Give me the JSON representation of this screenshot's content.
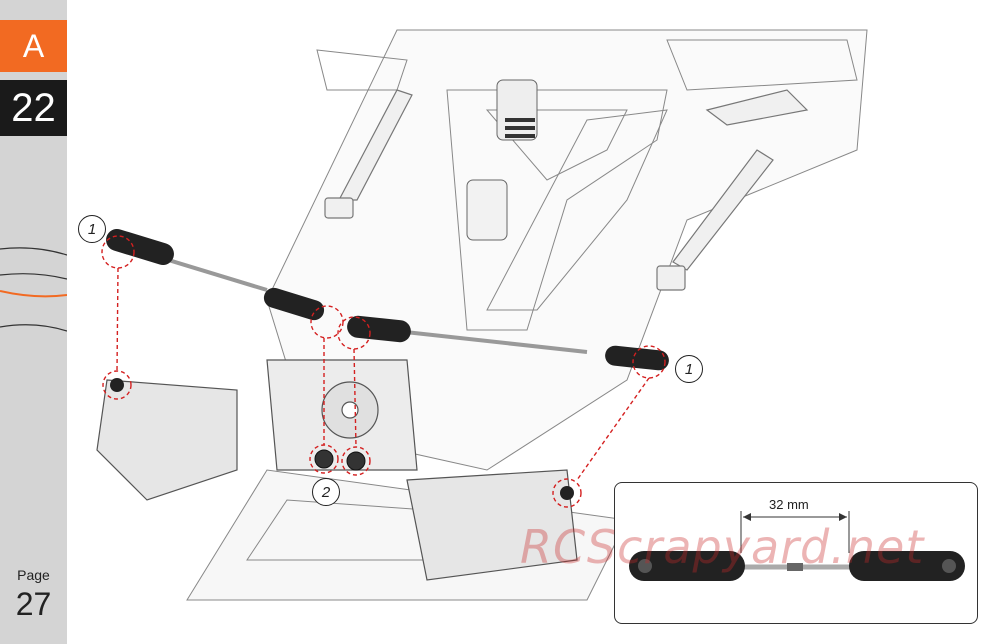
{
  "sidebar": {
    "section": "A",
    "step": "22",
    "page_label": "Page",
    "page_number": "27"
  },
  "callouts": {
    "left_rod": "1",
    "right_rod": "1",
    "nuts": "2"
  },
  "inset": {
    "dimension": "32 mm"
  },
  "watermark": "RCScrapyard.net",
  "colors": {
    "accent": "#f26a22",
    "dark": "#1a1a1a",
    "callout_line": "#d42020"
  }
}
